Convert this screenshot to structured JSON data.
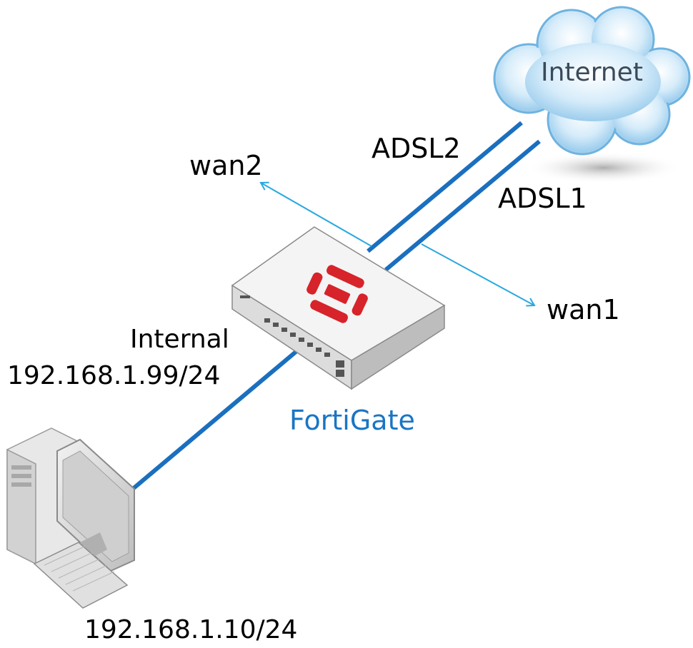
{
  "cloud": {
    "label": "Internet"
  },
  "links": {
    "adsl2": "ADSL2",
    "adsl1": "ADSL1",
    "wan2": "wan2",
    "wan1": "wan1"
  },
  "internal": {
    "label": "Internal",
    "ip": "192.168.1.99/24"
  },
  "device": {
    "name": "FortiGate",
    "brand_color": "#d7232a",
    "label_color": "#1a75c4"
  },
  "pc": {
    "ip": "192.168.1.10/24"
  },
  "colors": {
    "cable": "#1a6fbf",
    "interface_arrow": "#29a8df"
  }
}
